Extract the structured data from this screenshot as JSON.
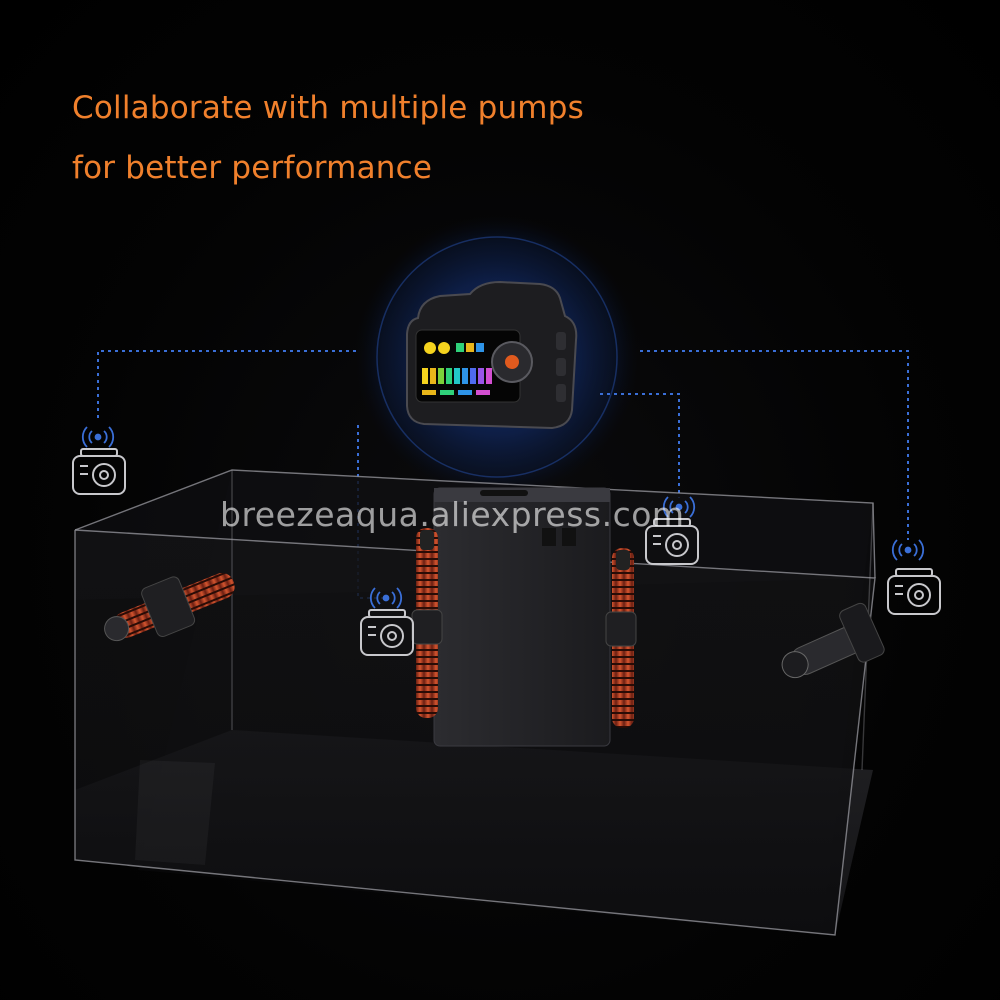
{
  "headline": {
    "line1": "Collaborate with multiple pumps",
    "line2": "for better performance"
  },
  "watermark": "breezeaqua.aliexpress.com",
  "colors": {
    "headline": "#f0802c",
    "link_line": "#3a6fd8",
    "halo": "#163a8a",
    "tank_edge": "#9a9aa0",
    "pump_coil": "#c0452a"
  },
  "icons": {
    "controller": "wireless-controller-icon",
    "pump_unit": "pump-outline-icon",
    "signal": "wireless-signal-icon"
  }
}
